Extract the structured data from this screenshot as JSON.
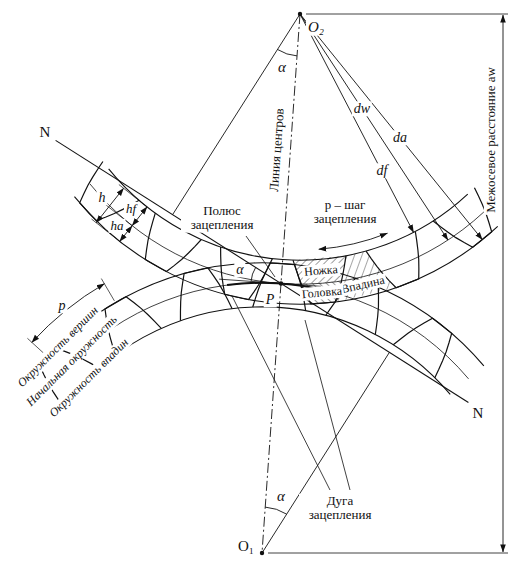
{
  "diagram": {
    "labels": [
      "O₂",
      "α",
      "Линия центров",
      "Межосевое расстояние aw",
      "dw",
      "df",
      "da",
      "N",
      "Полюс зацепления",
      "p – шаг зацепления",
      "Ножка",
      "Впадина",
      "P",
      "α",
      "Головка",
      "h",
      "hf",
      "ha",
      "Окружность вершин",
      "Начальная окружность",
      "p",
      "Окружность впадин",
      "N",
      "α",
      "Дуга зацепления",
      "O₁"
    ]
  }
}
